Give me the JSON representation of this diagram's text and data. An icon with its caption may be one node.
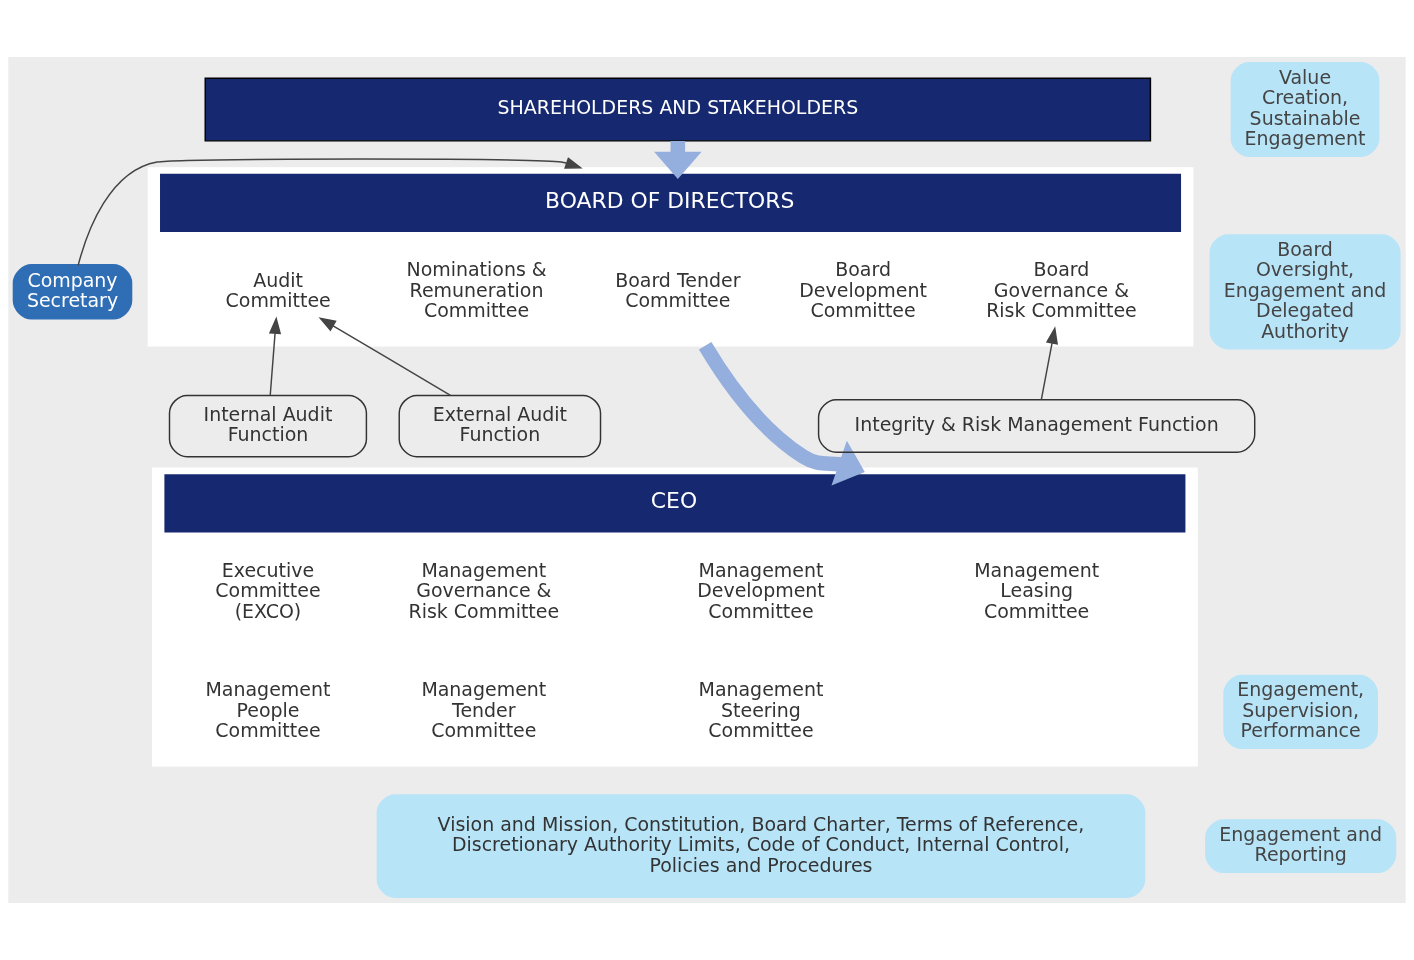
{
  "diagram": {
    "nodes": [
      {
        "text": [
          "SHAREHOLDERS AND STAKEHOLDERS"
        ]
      },
      {
        "text": [
          "Value Creation, Sustainable Engagement"
        ]
      },
      {
        "text": [
          "Company Secretary"
        ]
      },
      {
        "text": [
          "BOARD OF DIRECTORS"
        ]
      },
      {
        "text": [
          "Audit Committee"
        ],
        "in": 3
      },
      {
        "text": [
          "Board Development Committee"
        ],
        "in": 3
      },
      {
        "text": [
          "Board Tender Committee"
        ],
        "in": 3
      },
      {
        "text": [
          "Nominations & Remuneration Committee"
        ],
        "in": 3
      },
      {
        "text": [
          "Board Governance & Risk Committee"
        ],
        "in": 3
      },
      {
        "text": [
          "Board Oversight, Engagement and Delegated Authority"
        ]
      },
      {
        "text": [
          "Internal Audit Function"
        ]
      },
      {
        "text": [
          "External Audit Function"
        ]
      },
      {
        "text": [
          "Integrity & Risk Management Function"
        ]
      },
      {
        "text": [
          "CEO"
        ]
      },
      {
        "text": [
          "Executive Committee (EXCO)"
        ],
        "in": 13
      },
      {
        "text": [
          "Management Development Committee"
        ],
        "in": 13
      },
      {
        "text": [
          "Management Governance & Risk Committee"
        ],
        "in": 13
      },
      {
        "text": [
          "Management Leasing Committee"
        ],
        "in": 13
      },
      {
        "text": [
          "Management People Committee"
        ],
        "in": 13
      },
      {
        "text": [
          "Management Steering Committee"
        ],
        "in": 13
      },
      {
        "text": [
          "Management Tender Committee"
        ],
        "in": 13
      },
      {
        "text": [
          "Engagement, Supervision, Performance"
        ]
      },
      {
        "text": [
          "Engagement and Reporting"
        ]
      },
      {
        "text": [
          "Vision and Mission, Constitution, Board Charter, Terms of Reference, Discretionary Authority Limits, Code of Conduct, Internal Control, Policies and Procedures"
        ]
      }
    ],
    "edges": [
      {
        "from": 0,
        "to": 3,
        "arrow": "to",
        "style": "thick",
        "color": "#94aedd"
      },
      {
        "from": 2,
        "to": 3,
        "arrow": "to"
      },
      {
        "from": 10,
        "to": 4,
        "arrow": "to"
      },
      {
        "from": 11,
        "to": 4,
        "arrow": "to"
      },
      {
        "from": 12,
        "to": 8,
        "arrow": "to"
      },
      {
        "from": 3,
        "to": 13,
        "arrow": "to",
        "style": "thick",
        "color": "#94aedd"
      }
    ]
  }
}
